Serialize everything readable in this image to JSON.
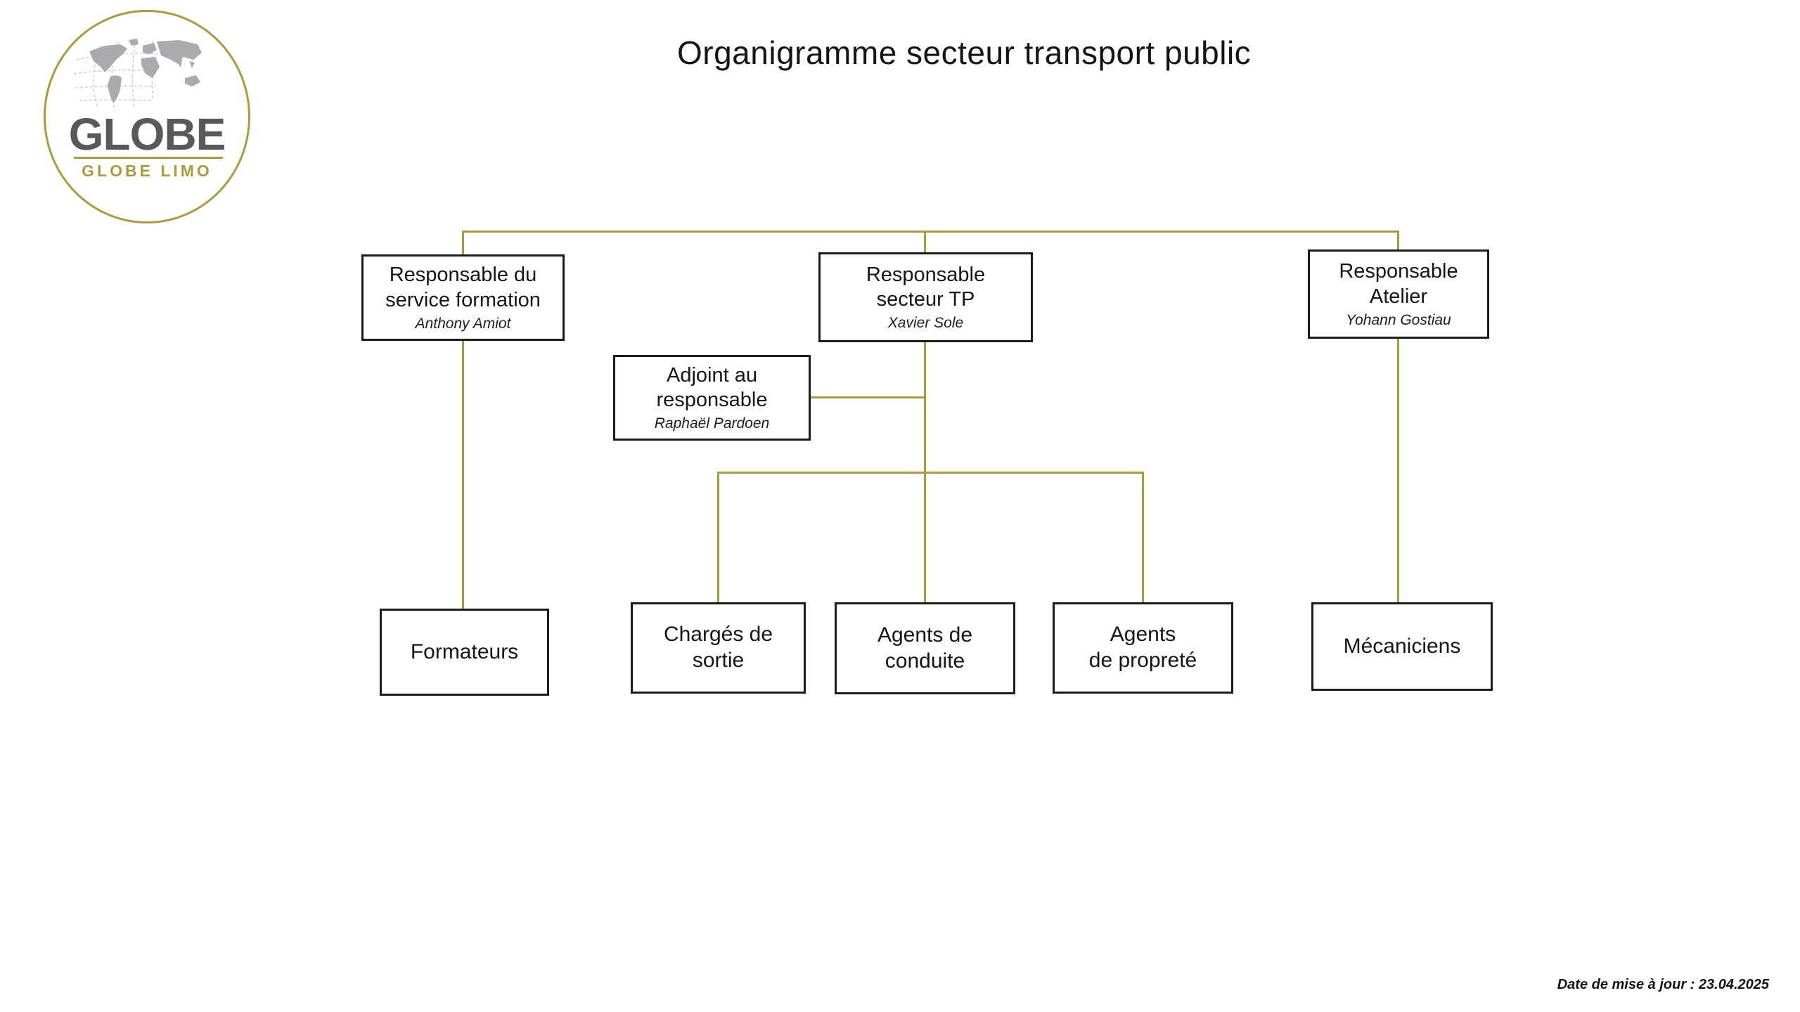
{
  "page": {
    "title": "Organigramme secteur transport public"
  },
  "logo": {
    "brand": "GLOBE",
    "tagline": "GLOBE LIMO"
  },
  "colors": {
    "accent_gold": "#AC9A41",
    "logo_text_gray": "#58595B",
    "map_gray": "#A9ABAE",
    "graticule_gray": "#C4C6C8",
    "box_border": "#1B1B1B"
  },
  "orgchart": {
    "nodes": {
      "formation": {
        "title": "Responsable du\nservice formation",
        "person": "Anthony Amiot"
      },
      "secteur_tp": {
        "title": "Responsable\nsecteur TP",
        "person": "Xavier Sole"
      },
      "atelier": {
        "title": "Responsable\nAtelier",
        "person": "Yohann Gostiau"
      },
      "adjoint": {
        "title": "Adjoint au\nresponsable",
        "person": "Raphaël Pardoen"
      },
      "formateurs": {
        "title": "Formateurs"
      },
      "charges_sortie": {
        "title": "Chargés de\nsortie"
      },
      "agents_conduite": {
        "title": "Agents de\nconduite"
      },
      "agents_proprete": {
        "title": "Agents\nde propreté"
      },
      "mecaniciens": {
        "title": "Mécaniciens"
      }
    }
  },
  "footer": {
    "update_date": "Date de mise à jour : 23.04.2025"
  }
}
